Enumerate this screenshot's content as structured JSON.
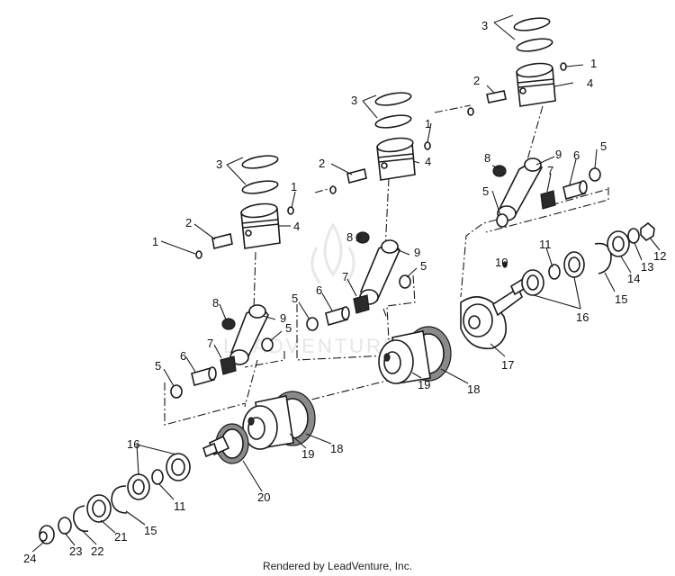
{
  "watermark": "LEADVENTURE",
  "footer": "Rendered by LeadVenture, Inc.",
  "callouts": {
    "l1": "1",
    "l2": "2",
    "l3": "3",
    "l4": "4",
    "l5": "5",
    "l6": "6",
    "l7": "7",
    "l8": "8",
    "l9": "9",
    "l10": "10",
    "l11": "11",
    "l12": "12",
    "l13": "13",
    "l14": "14",
    "l15": "15",
    "l16": "16",
    "l17": "17",
    "l18": "18",
    "l19": "19",
    "l20": "20",
    "l21": "21",
    "l22": "22",
    "l23": "23",
    "l24": "24"
  }
}
